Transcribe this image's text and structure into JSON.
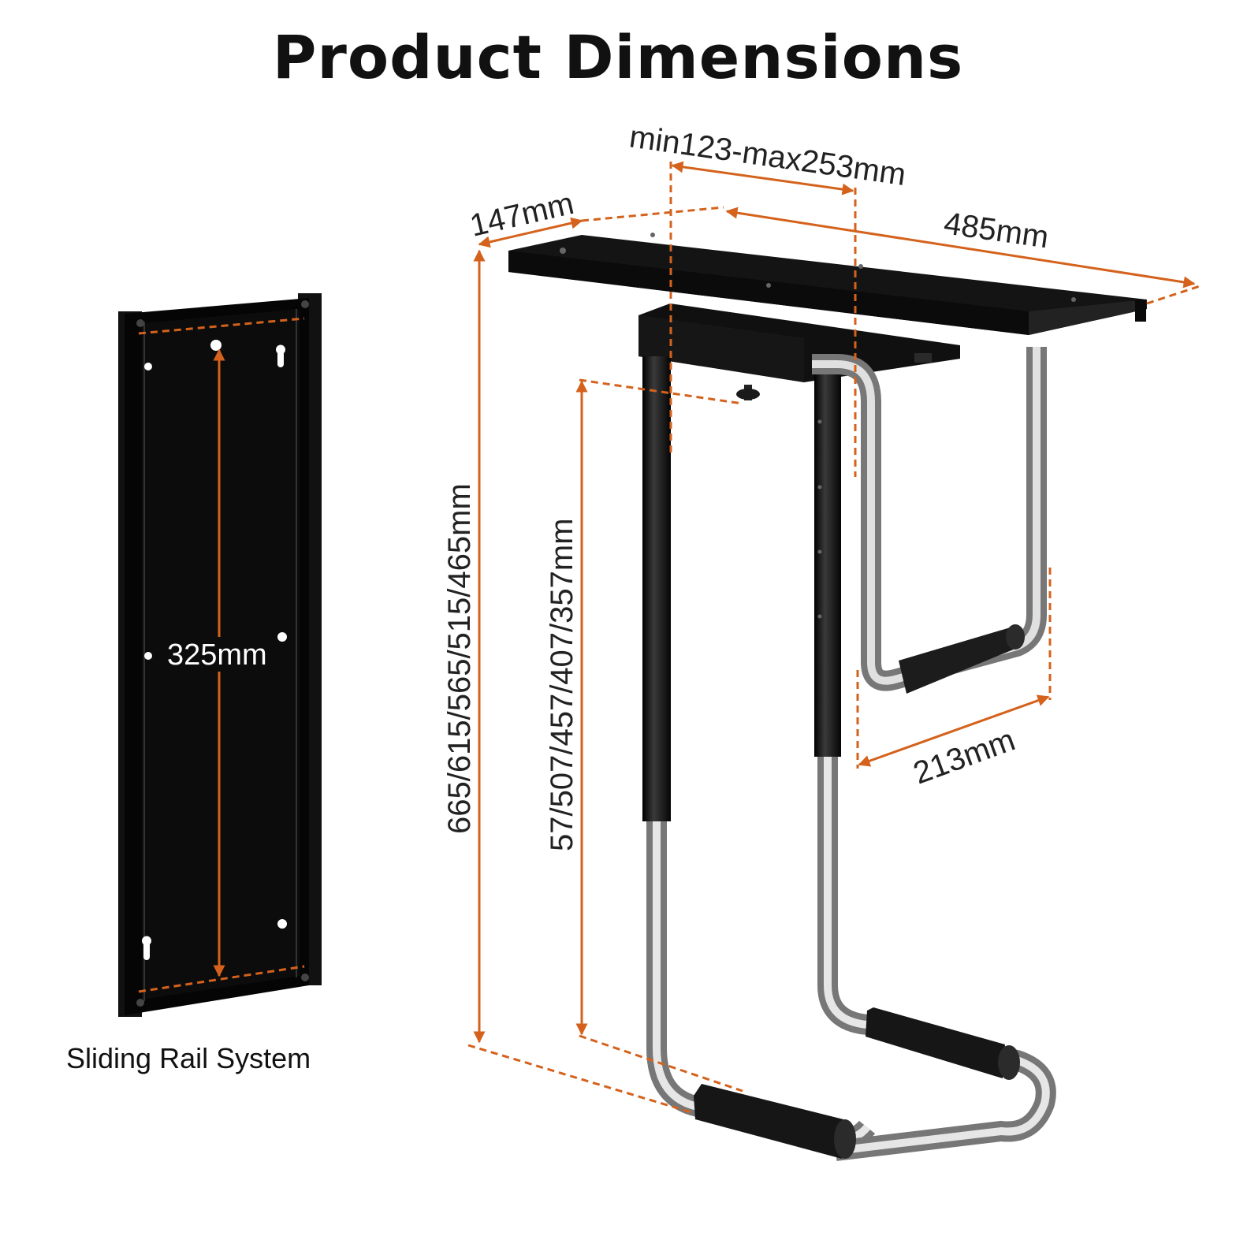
{
  "title": "Product Dimensions",
  "caption": "Sliding Rail System",
  "dimensions": {
    "depth": "147mm",
    "length": "485mm",
    "width_range": "min123-max253mm",
    "total_height": "665/615/565/515/465mm",
    "inner_height": "57/507/457/407/357mm",
    "hook_width": "213mm",
    "rail_length": "325mm"
  },
  "colors": {
    "accent": "#d4621c",
    "steel": "#1a1a1a",
    "chrome": "#c9c9c9"
  }
}
